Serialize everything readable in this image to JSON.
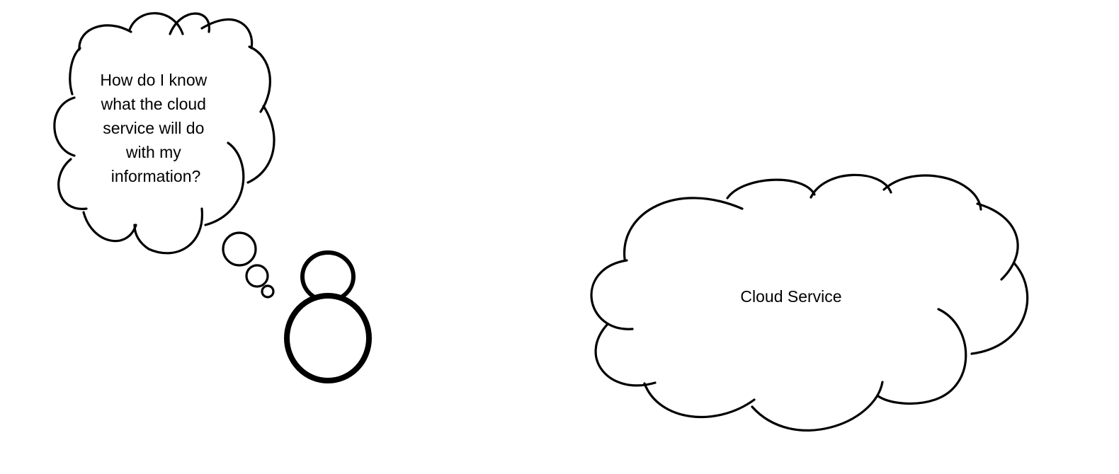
{
  "thought_bubble": {
    "lines": [
      "How do I know",
      "what the cloud",
      "service will do",
      "with my",
      "information?"
    ]
  },
  "cloud_service": {
    "label": "Cloud Service"
  },
  "person": {
    "icon": "person-icon"
  }
}
